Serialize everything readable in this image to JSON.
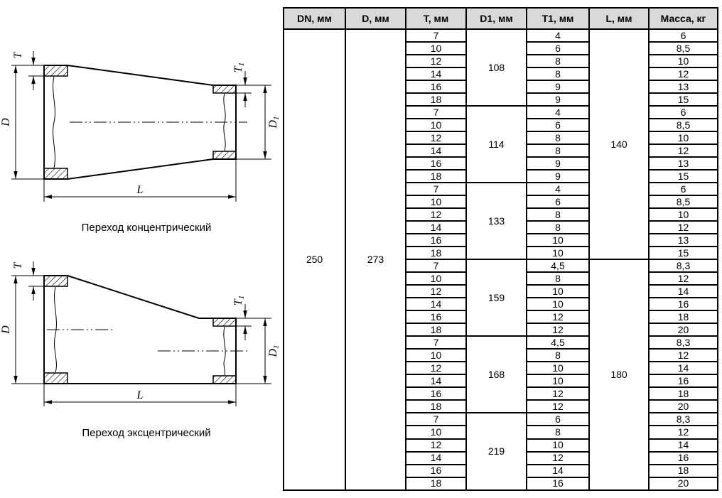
{
  "colors": {
    "header_bg": "#d9d9d9",
    "grid": "#000000",
    "line": "#000000"
  },
  "drawings": {
    "concentric_caption": "Переход концентрический",
    "eccentric_caption": "Переход эксцентрический",
    "dim_d": "D",
    "dim_t": "T",
    "dim_l": "L",
    "dim_d1_base": "D",
    "dim_d1_sub": "1",
    "dim_t1_base": "T",
    "dim_t1_sub": "1"
  },
  "table": {
    "headers": [
      "DN, мм",
      "D, мм",
      "T, мм",
      "D1, мм",
      "T1, мм",
      "L, мм",
      "Масса, кг"
    ],
    "dn": "250",
    "d": "273",
    "t_values": [
      "7",
      "10",
      "12",
      "14",
      "16",
      "18"
    ],
    "groups": [
      {
        "d1": "108",
        "l": "140",
        "t1": [
          "4",
          "6",
          "8",
          "8",
          "9",
          "9"
        ],
        "mass": [
          "6",
          "8,5",
          "10",
          "12",
          "13",
          "15"
        ]
      },
      {
        "d1": "114",
        "t1": [
          "4",
          "6",
          "8",
          "8",
          "9",
          "9"
        ],
        "mass": [
          "6",
          "8,5",
          "10",
          "12",
          "13",
          "15"
        ]
      },
      {
        "d1": "133",
        "t1": [
          "4",
          "6",
          "8",
          "8",
          "10",
          "10"
        ],
        "mass": [
          "6",
          "8,5",
          "10",
          "12",
          "13",
          "15"
        ]
      },
      {
        "d1": "159",
        "l": "180",
        "t1": [
          "4,5",
          "8",
          "10",
          "10",
          "12",
          "12"
        ],
        "mass": [
          "8,3",
          "12",
          "14",
          "16",
          "18",
          "20"
        ]
      },
      {
        "d1": "168",
        "t1": [
          "4,5",
          "8",
          "10",
          "10",
          "12",
          "12"
        ],
        "mass": [
          "8,3",
          "12",
          "14",
          "16",
          "18",
          "20"
        ]
      },
      {
        "d1": "219",
        "t1": [
          "6",
          "8",
          "10",
          "12",
          "14",
          "16"
        ],
        "mass": [
          "8,3",
          "12",
          "14",
          "16",
          "18",
          "20"
        ]
      }
    ]
  }
}
